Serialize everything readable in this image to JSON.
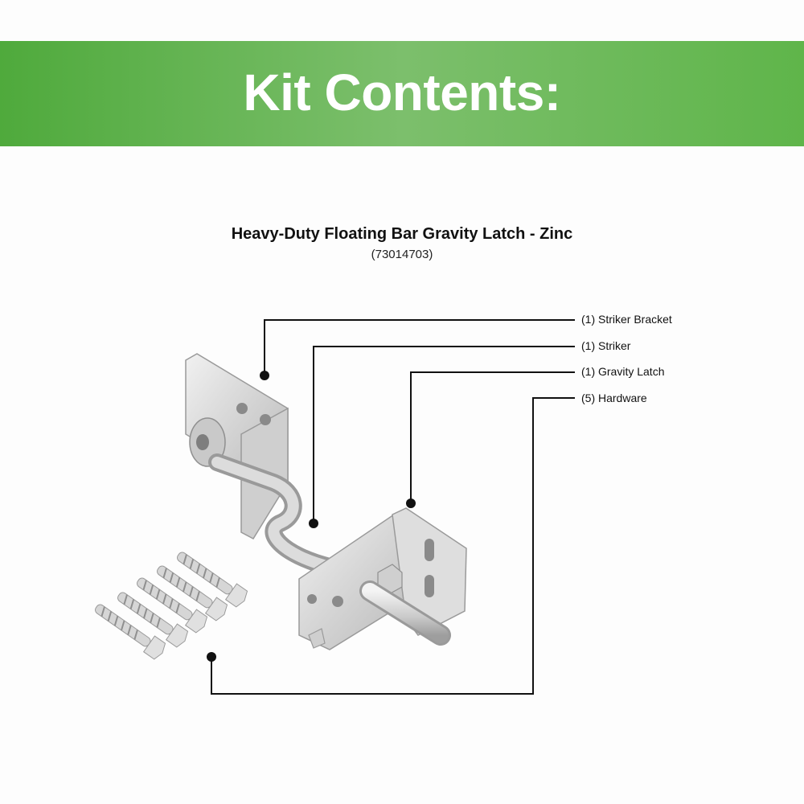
{
  "banner": {
    "title": "Kit Contents:"
  },
  "product": {
    "title": "Heavy-Duty Floating Bar Gravity Latch - Zinc",
    "sku": "(73014703)"
  },
  "callouts": [
    {
      "label": "(1) Striker Bracket"
    },
    {
      "label": "(1) Striker"
    },
    {
      "label": "(1) Gravity Latch"
    },
    {
      "label": "(5) Hardware"
    }
  ],
  "colors": {
    "banner_green": "#5fb54a",
    "leader_line": "#111111"
  }
}
